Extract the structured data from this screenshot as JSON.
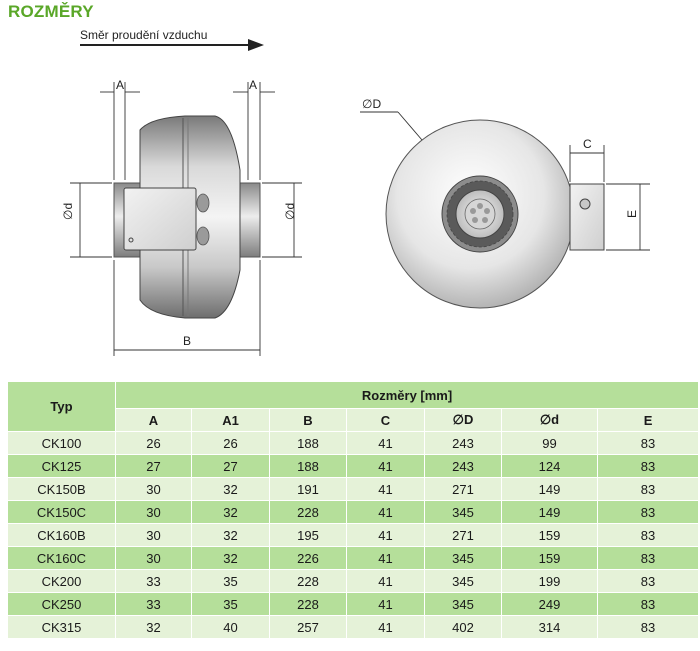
{
  "title": "ROZMĚRY",
  "airflow_label": "Směr proudění vzduchu",
  "dims": {
    "a_left": "A",
    "a_right": "A",
    "d_left": "∅d",
    "d_right": "∅d",
    "b": "B",
    "D": "∅D",
    "c": "C",
    "e": "E"
  },
  "table": {
    "typ_header": "Typ",
    "group_header": "Rozměry [mm]",
    "columns": [
      "A",
      "A1",
      "B",
      "C",
      "∅D",
      "∅d",
      "E"
    ],
    "rows": [
      {
        "typ": "CK100",
        "vals": [
          "26",
          "26",
          "188",
          "41",
          "243",
          "99",
          "83"
        ]
      },
      {
        "typ": "CK125",
        "vals": [
          "27",
          "27",
          "188",
          "41",
          "243",
          "124",
          "83"
        ]
      },
      {
        "typ": "CK150B",
        "vals": [
          "30",
          "32",
          "191",
          "41",
          "271",
          "149",
          "83"
        ]
      },
      {
        "typ": "CK150C",
        "vals": [
          "30",
          "32",
          "228",
          "41",
          "345",
          "149",
          "83"
        ]
      },
      {
        "typ": "CK160B",
        "vals": [
          "30",
          "32",
          "195",
          "41",
          "271",
          "159",
          "83"
        ]
      },
      {
        "typ": "CK160C",
        "vals": [
          "30",
          "32",
          "226",
          "41",
          "345",
          "159",
          "83"
        ]
      },
      {
        "typ": "CK200",
        "vals": [
          "33",
          "35",
          "228",
          "41",
          "345",
          "199",
          "83"
        ]
      },
      {
        "typ": "CK250",
        "vals": [
          "33",
          "35",
          "228",
          "41",
          "345",
          "249",
          "83"
        ]
      },
      {
        "typ": "CK315",
        "vals": [
          "32",
          "40",
          "257",
          "41",
          "402",
          "314",
          "83"
        ]
      }
    ]
  }
}
